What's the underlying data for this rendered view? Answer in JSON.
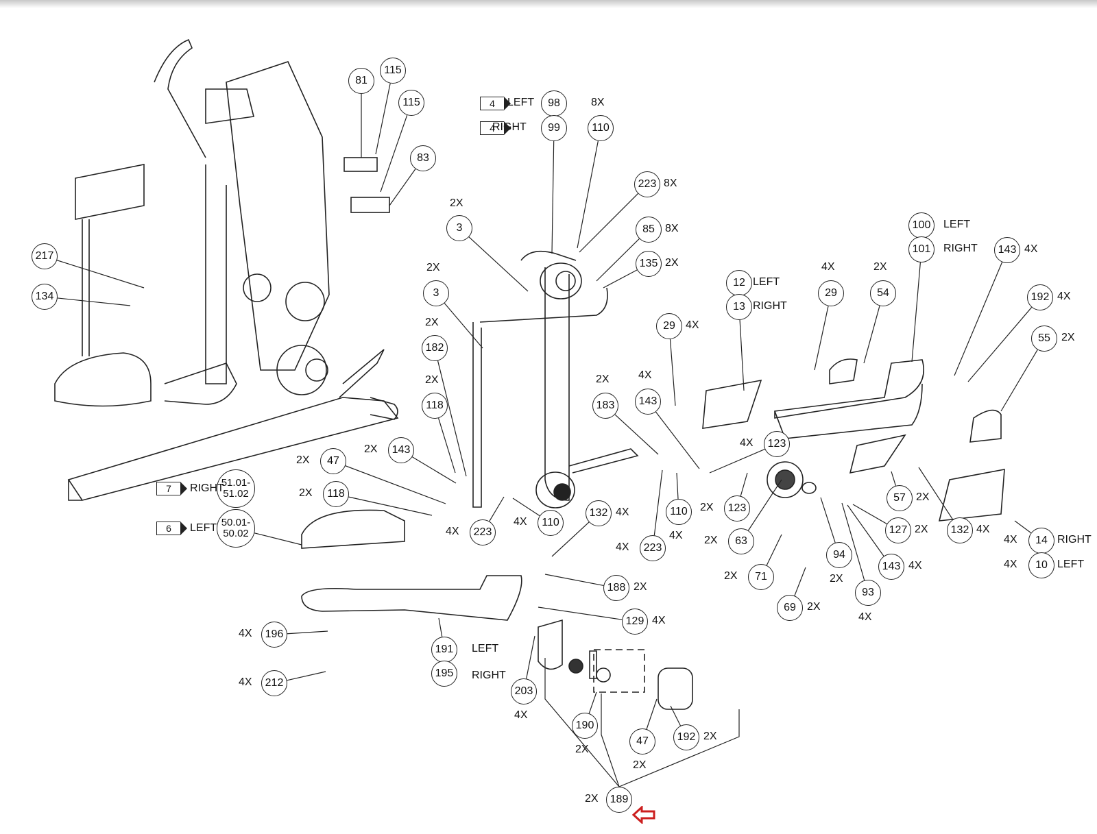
{
  "diagram": {
    "title": "Exploded parts diagram",
    "highlight_color": "#cc1f1f",
    "highlighted_part": "189",
    "callouts": [
      {
        "id": "81",
        "label": "81"
      },
      {
        "id": "115a",
        "label": "115"
      },
      {
        "id": "115b",
        "label": "115"
      },
      {
        "id": "83",
        "label": "83"
      },
      {
        "id": "217",
        "label": "217"
      },
      {
        "id": "134",
        "label": "134"
      },
      {
        "id": "98",
        "label": "98",
        "side": "LEFT"
      },
      {
        "id": "99",
        "label": "99",
        "side": "RIGHT"
      },
      {
        "id": "110a",
        "label": "110",
        "qty": "8X"
      },
      {
        "id": "223a",
        "label": "223",
        "qty": "8X"
      },
      {
        "id": "85",
        "label": "85",
        "qty": "8X"
      },
      {
        "id": "135",
        "label": "135",
        "qty": "2X"
      },
      {
        "id": "3a",
        "label": "3",
        "qty": "2X"
      },
      {
        "id": "3b",
        "label": "3",
        "qty": "2X"
      },
      {
        "id": "182",
        "label": "182",
        "qty": "2X"
      },
      {
        "id": "118a",
        "label": "118",
        "qty": "2X"
      },
      {
        "id": "143a",
        "label": "143",
        "qty": "2X"
      },
      {
        "id": "47a",
        "label": "47",
        "qty": "2X"
      },
      {
        "id": "118b",
        "label": "118",
        "qty": "2X"
      },
      {
        "id": "51",
        "label": "51.01-\n51.02",
        "side": "RIGHT",
        "ref": "7"
      },
      {
        "id": "50",
        "label": "50.01-\n50.02",
        "side": "LEFT",
        "ref": "6"
      },
      {
        "id": "223b",
        "label": "223",
        "qty": "4X"
      },
      {
        "id": "110b",
        "label": "110",
        "qty": "4X"
      },
      {
        "id": "132a",
        "label": "132",
        "qty": "4X"
      },
      {
        "id": "183",
        "label": "183",
        "qty": "2X"
      },
      {
        "id": "143b",
        "label": "143",
        "qty": "4X"
      },
      {
        "id": "29a",
        "label": "29",
        "qty": "4X"
      },
      {
        "id": "223c",
        "label": "223",
        "qty": "4X"
      },
      {
        "id": "110c",
        "label": "110",
        "qty": "4X"
      },
      {
        "id": "123a",
        "label": "123",
        "qty": "4X"
      },
      {
        "id": "123b",
        "label": "123",
        "qty": "2X"
      },
      {
        "id": "63",
        "label": "63",
        "qty": "2X"
      },
      {
        "id": "71",
        "label": "71",
        "qty": "2X"
      },
      {
        "id": "69",
        "label": "69",
        "qty": "2X"
      },
      {
        "id": "94",
        "label": "94",
        "qty": "2X"
      },
      {
        "id": "93",
        "label": "93",
        "qty": "4X"
      },
      {
        "id": "143c",
        "label": "143",
        "qty": "4X"
      },
      {
        "id": "127",
        "label": "127",
        "qty": "2X"
      },
      {
        "id": "57",
        "label": "57",
        "qty": "2X"
      },
      {
        "id": "132b",
        "label": "132",
        "qty": "4X"
      },
      {
        "id": "14",
        "label": "14",
        "qty": "4X",
        "side": "RIGHT"
      },
      {
        "id": "10",
        "label": "10",
        "qty": "4X",
        "side": "LEFT"
      },
      {
        "id": "12",
        "label": "12",
        "side": "LEFT"
      },
      {
        "id": "13",
        "label": "13",
        "side": "RIGHT"
      },
      {
        "id": "29b",
        "label": "29",
        "qty": "4X"
      },
      {
        "id": "54",
        "label": "54",
        "qty": "2X"
      },
      {
        "id": "100",
        "label": "100",
        "side": "LEFT"
      },
      {
        "id": "101",
        "label": "101",
        "side": "RIGHT"
      },
      {
        "id": "143d",
        "label": "143",
        "qty": "4X"
      },
      {
        "id": "192a",
        "label": "192",
        "qty": "4X"
      },
      {
        "id": "55",
        "label": "55",
        "qty": "2X"
      },
      {
        "id": "188",
        "label": "188",
        "qty": "2X"
      },
      {
        "id": "129",
        "label": "129",
        "qty": "4X"
      },
      {
        "id": "196",
        "label": "196",
        "qty": "4X"
      },
      {
        "id": "212",
        "label": "212",
        "qty": "4X"
      },
      {
        "id": "191",
        "label": "191",
        "side": "LEFT"
      },
      {
        "id": "195",
        "label": "195",
        "side": "RIGHT"
      },
      {
        "id": "203",
        "label": "203",
        "qty": "4X"
      },
      {
        "id": "190",
        "label": "190",
        "qty": "2X"
      },
      {
        "id": "47b",
        "label": "47",
        "qty": "2X"
      },
      {
        "id": "192b",
        "label": "192",
        "qty": "2X"
      },
      {
        "id": "189",
        "label": "189",
        "qty": "2X"
      }
    ],
    "ref_tags": [
      {
        "id": "t98",
        "ref": "4",
        "side": "LEFT"
      },
      {
        "id": "t99",
        "ref": "4",
        "side": "RIGHT"
      },
      {
        "id": "t51",
        "ref": "7",
        "side": "RIGHT"
      },
      {
        "id": "t50",
        "ref": "6",
        "side": "LEFT"
      }
    ]
  }
}
